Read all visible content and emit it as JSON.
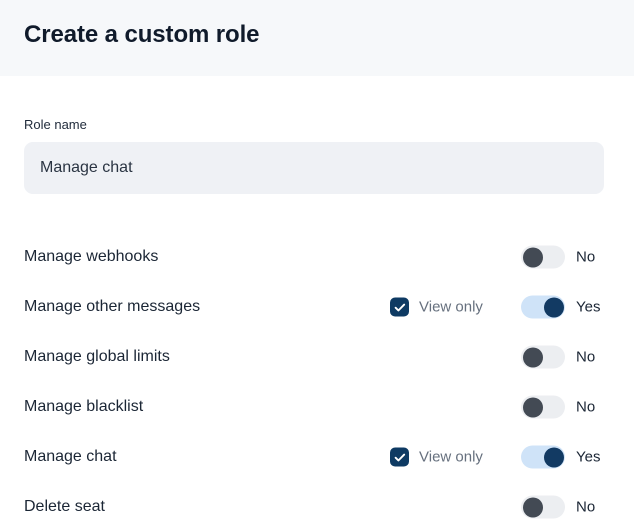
{
  "header": {
    "title": "Create a custom role"
  },
  "form": {
    "role_name": {
      "label": "Role name",
      "value": "Manage chat",
      "placeholder": "Role name"
    }
  },
  "permissions": {
    "view_only_label": "View only",
    "toggle_on_label": "Yes",
    "toggle_off_label": "No",
    "rows": [
      {
        "label": "Manage webhooks",
        "has_view_only": false,
        "view_only_checked": false,
        "enabled": false,
        "toggle_label": "No"
      },
      {
        "label": "Manage other messages",
        "has_view_only": true,
        "view_only_checked": true,
        "view_only_label": "View only",
        "enabled": true,
        "toggle_label": "Yes"
      },
      {
        "label": "Manage global limits",
        "has_view_only": false,
        "view_only_checked": false,
        "enabled": false,
        "toggle_label": "No"
      },
      {
        "label": "Manage blacklist",
        "has_view_only": false,
        "view_only_checked": false,
        "enabled": false,
        "toggle_label": "No"
      },
      {
        "label": "Manage chat",
        "has_view_only": true,
        "view_only_checked": true,
        "view_only_label": "View only",
        "enabled": true,
        "toggle_label": "Yes"
      },
      {
        "label": "Delete seat",
        "has_view_only": false,
        "view_only_checked": false,
        "enabled": false,
        "toggle_label": "No"
      }
    ]
  },
  "colors": {
    "header_background": "#f6f8fa",
    "title_text": "#101b2b",
    "input_background": "#eff1f5",
    "toggle_on_track": "#cfe3f8",
    "toggle_on_knob": "#123a63",
    "toggle_off_track": "#eceef1",
    "toggle_off_knob": "#434a54",
    "checkbox_fill": "#0e3a63",
    "view_only_text": "#66707e"
  }
}
